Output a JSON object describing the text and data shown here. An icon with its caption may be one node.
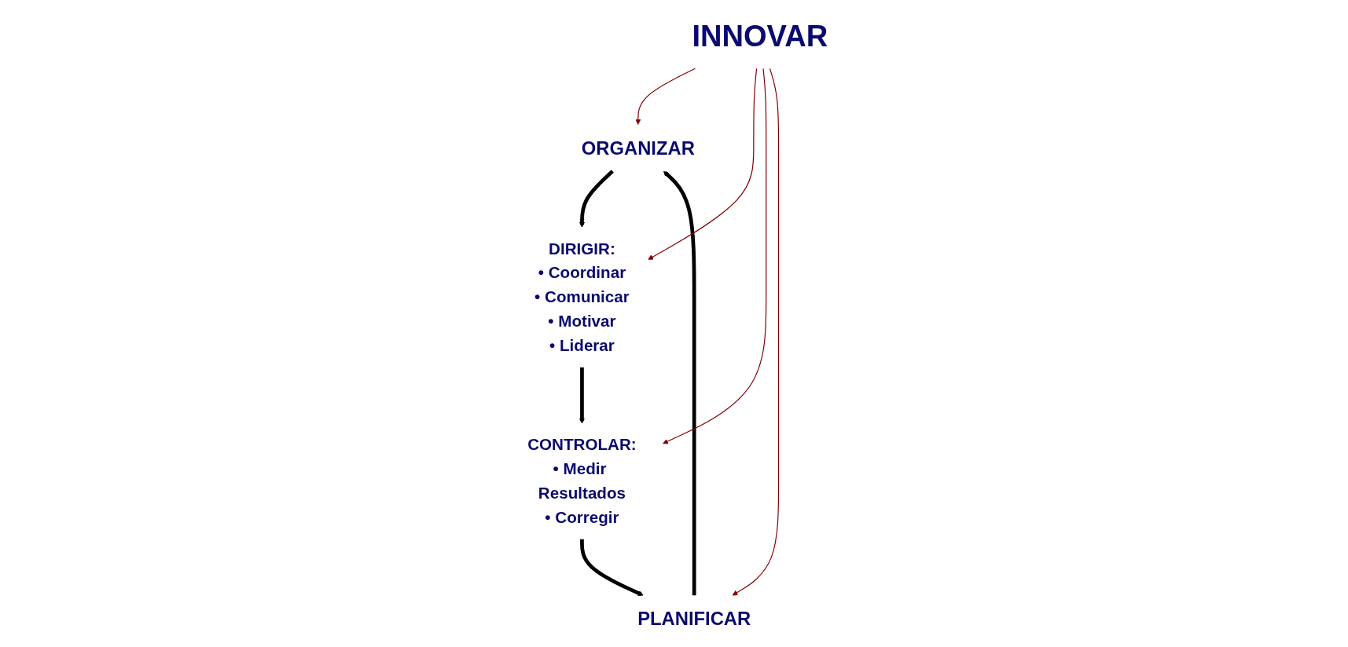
{
  "diagram": {
    "nodes": [
      {
        "text": [
          "ORGANIZAR"
        ]
      },
      {
        "text": [
          "DIRIGIR:",
          "• Coordinar",
          "• Comunicar",
          "• Motivar",
          "• Liderar"
        ]
      },
      {
        "text": [
          "CONTROLAR:",
          "• Medir Resultados",
          "• Corregir"
        ]
      },
      {
        "text": [
          "PLANIFICAR"
        ]
      },
      {
        "text": [
          "INNOVAR"
        ]
      }
    ],
    "edges": [
      {
        "from": 3,
        "to": 0,
        "arrow": "to",
        "style": "thick"
      },
      {
        "from": 0,
        "to": 1,
        "arrow": "to",
        "style": "thick"
      },
      {
        "from": 1,
        "to": 2,
        "arrow": "to",
        "style": "thick"
      },
      {
        "from": 2,
        "to": 3,
        "arrow": "to",
        "style": "thick"
      },
      {
        "from": 4,
        "to": 0,
        "arrow": "to",
        "color": "#800000"
      },
      {
        "from": 4,
        "to": 1,
        "arrow": "to",
        "color": "#800000"
      },
      {
        "from": 4,
        "to": 2,
        "arrow": "to",
        "color": "#800000"
      },
      {
        "from": 4,
        "to": 3,
        "arrow": "to",
        "color": "#800000"
      }
    ]
  }
}
